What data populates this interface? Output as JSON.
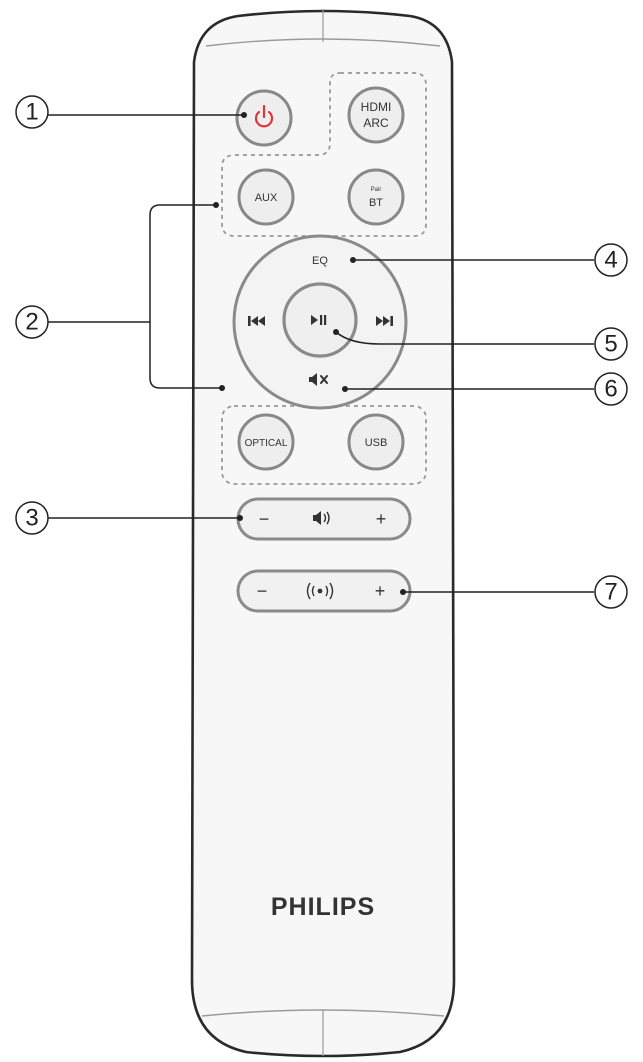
{
  "remote": {
    "brand": "PHILIPS",
    "power_icon_color": "#e0373b",
    "buttons": {
      "hdmi_line1": "HDMI",
      "hdmi_line2": "ARC",
      "aux": "AUX",
      "pair_small": "Pair",
      "bt": "BT",
      "eq": "EQ",
      "optical": "OPTICAL",
      "usb": "USB",
      "vol_minus": "−",
      "vol_plus": "+",
      "sub_minus": "−",
      "sub_plus": "+"
    },
    "icons": {
      "power": "power-icon",
      "prev": "previous-track-icon",
      "next": "next-track-icon",
      "play_pause": "play-pause-icon",
      "mute": "mute-icon",
      "volume": "volume-icon",
      "surround": "surround-sound-icon"
    }
  },
  "callouts": [
    "1",
    "2",
    "3",
    "4",
    "5",
    "6",
    "7"
  ]
}
